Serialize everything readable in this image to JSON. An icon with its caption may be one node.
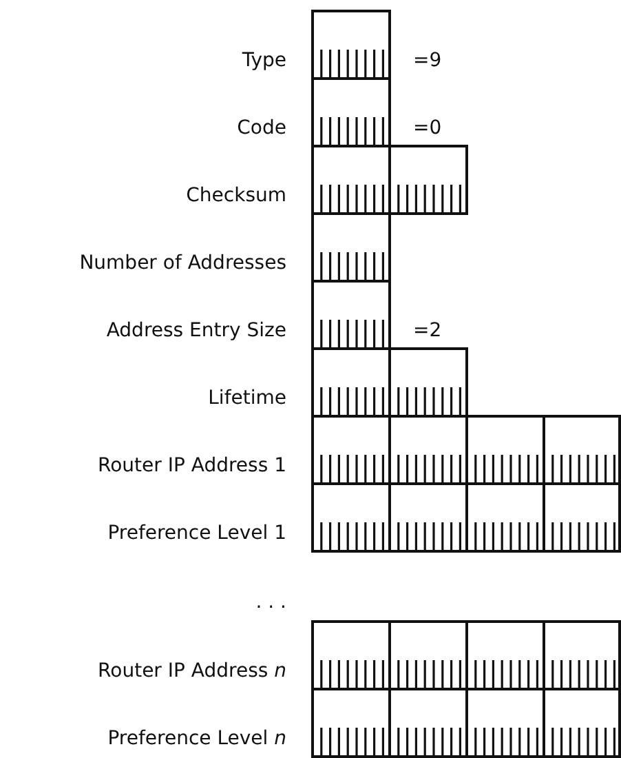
{
  "diagram": {
    "labels": [
      "Type",
      "=9",
      "Code",
      "=0",
      "Checksum",
      "Number of Addresses",
      "Address Entry Size",
      "=2",
      "Lifetime",
      "Router IP Address 1",
      "Preference Level 1",
      ". . .",
      "Router IP Address *n*",
      "Preference Level *n*"
    ]
  }
}
